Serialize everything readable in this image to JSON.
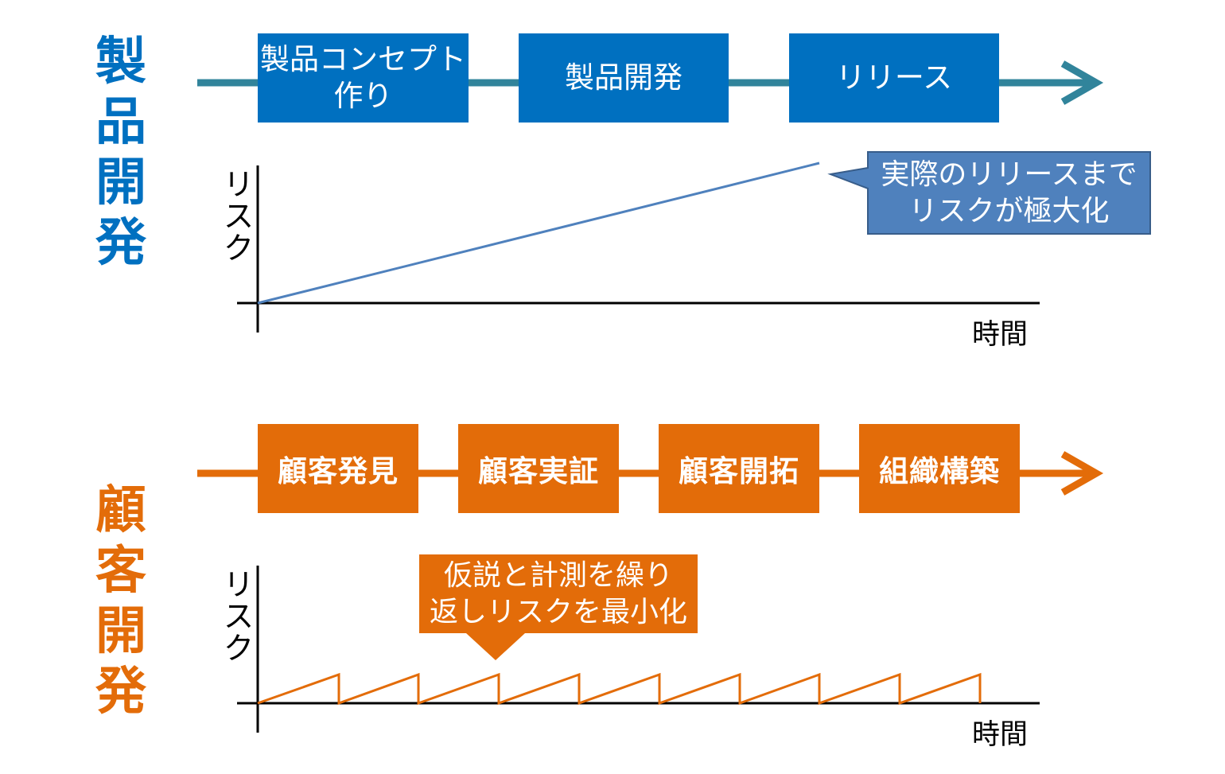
{
  "product_dev": {
    "side_title": [
      "製",
      "品",
      "開",
      "発"
    ],
    "stages": [
      "製品コンセプト\n作り",
      "製品開発",
      "リリース"
    ],
    "y_label": [
      "リ",
      "ス",
      "ク"
    ],
    "x_label": "時間",
    "callout": "実際のリリースまで\nリスクが極大化",
    "colors": {
      "title": "#0070c0",
      "box": "#0070c0",
      "arrow": "#31849b",
      "line": "#4f81bd",
      "callout": "#4f81bd"
    }
  },
  "customer_dev": {
    "side_title": [
      "顧",
      "客",
      "開",
      "発"
    ],
    "stages": [
      "顧客発見",
      "顧客実証",
      "顧客開拓",
      "組織構築"
    ],
    "y_label": [
      "リ",
      "ス",
      "ク"
    ],
    "x_label": "時間",
    "callout": "仮説と計測を繰り\n返しリスクを最小化",
    "colors": {
      "title": "#e36c09",
      "box": "#e36c09",
      "arrow": "#e36c09",
      "line": "#e36c09",
      "callout": "#e36c09"
    }
  }
}
